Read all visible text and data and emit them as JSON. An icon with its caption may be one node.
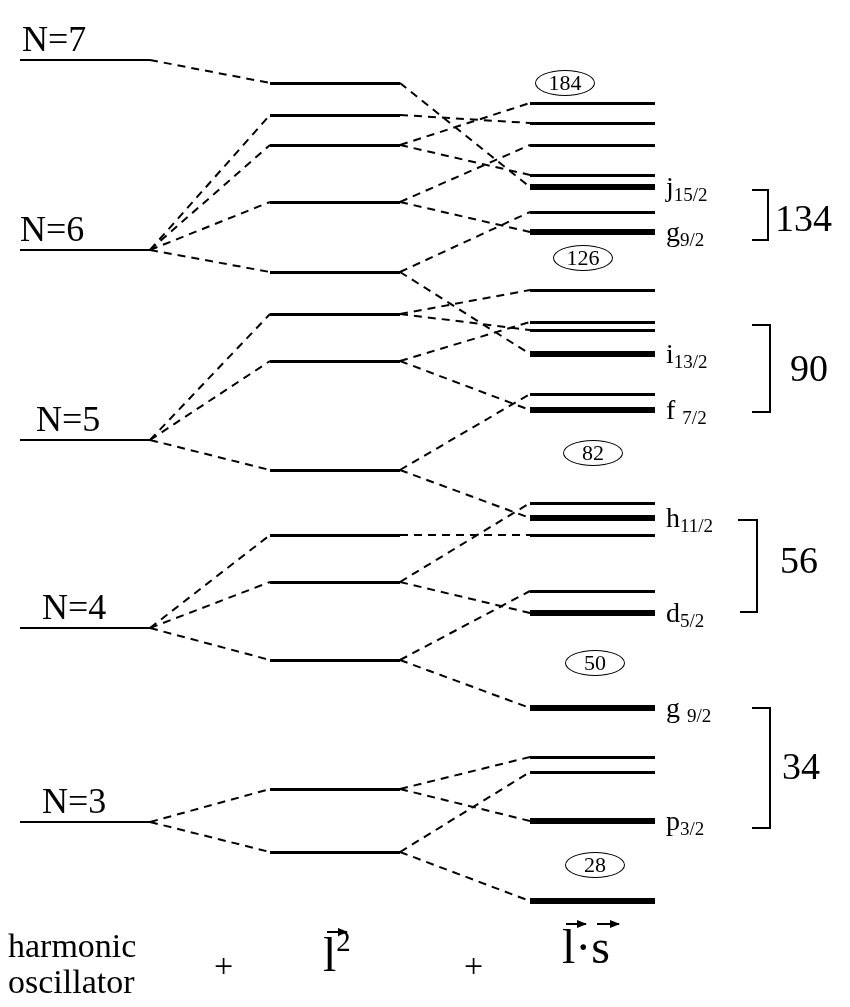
{
  "diagram": {
    "nodes": [
      {
        "text": [
          "N=7"
        ]
      },
      {
        "text": [
          "N=6"
        ]
      },
      {
        "text": [
          "N=5"
        ]
      },
      {
        "text": [
          "N=4"
        ]
      },
      {
        "text": [
          "N=3"
        ]
      },
      {
        "text": [],
        "shape": "bar"
      },
      {
        "text": [],
        "shape": "bar"
      },
      {
        "text": [],
        "shape": "bar"
      },
      {
        "text": [],
        "shape": "bar"
      },
      {
        "text": [],
        "shape": "bar"
      },
      {
        "text": [],
        "shape": "bar"
      },
      {
        "text": [],
        "shape": "bar"
      },
      {
        "text": [],
        "shape": "bar"
      },
      {
        "text": [],
        "shape": "bar"
      },
      {
        "text": [],
        "shape": "bar"
      },
      {
        "text": [],
        "shape": "bar"
      },
      {
        "text": [],
        "shape": "bar"
      },
      {
        "text": [],
        "shape": "bar"
      },
      {
        "text": [],
        "shape": "bar"
      },
      {
        "text": [],
        "shape": "bar"
      },
      {
        "text": [],
        "shape": "bar"
      },
      {
        "text": [],
        "shape": "bar"
      },
      {
        "text": [
          "j$_{15/2}$"
        ]
      },
      {
        "text": [],
        "shape": "bar"
      },
      {
        "text": [
          "g$_{9/2}$"
        ]
      },
      {
        "text": [],
        "shape": "bar"
      },
      {
        "text": [],
        "shape": "bar"
      },
      {
        "text": [],
        "shape": "bar"
      },
      {
        "text": [
          "i$_{13/2}$"
        ]
      },
      {
        "text": [],
        "shape": "bar"
      },
      {
        "text": [
          "f $_{7/2}$"
        ]
      },
      {
        "text": [],
        "shape": "bar"
      },
      {
        "text": [
          "h$_{11/2}$"
        ]
      },
      {
        "text": [],
        "shape": "bar"
      },
      {
        "text": [],
        "shape": "bar"
      },
      {
        "text": [
          "d$_{5/2}$"
        ]
      },
      {
        "text": [
          "g $_{9/2}$"
        ]
      },
      {
        "text": [],
        "shape": "bar"
      },
      {
        "text": [],
        "shape": "bar"
      },
      {
        "text": [
          "p$_{3/2}$"
        ]
      },
      {
        "text": [],
        "shape": "bar"
      },
      {
        "text": [
          "184"
        ]
      },
      {
        "text": [
          "126"
        ]
      },
      {
        "text": [
          "82"
        ]
      },
      {
        "text": [
          "50"
        ]
      },
      {
        "text": [
          "28"
        ]
      }
    ],
    "edges": [
      {
        "from": 0,
        "to": 5,
        "arrow": "none",
        "style": "dashed"
      },
      {
        "from": 1,
        "to": 6,
        "arrow": "none",
        "style": "dashed"
      },
      {
        "from": 1,
        "to": 7,
        "arrow": "none",
        "style": "dashed"
      },
      {
        "from": 1,
        "to": 8,
        "arrow": "none",
        "style": "dashed"
      },
      {
        "from": 1,
        "to": 9,
        "arrow": "none",
        "style": "dashed"
      },
      {
        "from": 2,
        "to": 10,
        "arrow": "none",
        "style": "dashed"
      },
      {
        "from": 2,
        "to": 11,
        "arrow": "none",
        "style": "dashed"
      },
      {
        "from": 2,
        "to": 12,
        "arrow": "none",
        "style": "dashed"
      },
      {
        "from": 3,
        "to": 13,
        "arrow": "none",
        "style": "dashed"
      },
      {
        "from": 3,
        "to": 14,
        "arrow": "none",
        "style": "dashed"
      },
      {
        "from": 3,
        "to": 15,
        "arrow": "none",
        "style": "dashed"
      },
      {
        "from": 4,
        "to": 16,
        "arrow": "none",
        "style": "dashed"
      },
      {
        "from": 4,
        "to": 17,
        "arrow": "none",
        "style": "dashed"
      },
      {
        "from": 5,
        "to": 22,
        "arrow": "none",
        "style": "dashed"
      },
      {
        "from": 6,
        "to": 19,
        "arrow": "none",
        "style": "dashed"
      },
      {
        "from": 7,
        "to": 18,
        "arrow": "none",
        "style": "dashed"
      },
      {
        "from": 7,
        "to": 21,
        "arrow": "none",
        "style": "dashed"
      },
      {
        "from": 8,
        "to": 20,
        "arrow": "none",
        "style": "dashed"
      },
      {
        "from": 8,
        "to": 24,
        "arrow": "none",
        "style": "dashed"
      },
      {
        "from": 9,
        "to": 23,
        "arrow": "none",
        "style": "dashed"
      },
      {
        "from": 9,
        "to": 28,
        "arrow": "none",
        "style": "dashed"
      },
      {
        "from": 10,
        "to": 25,
        "arrow": "none",
        "style": "dashed"
      },
      {
        "from": 10,
        "to": 27,
        "arrow": "none",
        "style": "dashed"
      },
      {
        "from": 11,
        "to": 26,
        "arrow": "none",
        "style": "dashed"
      },
      {
        "from": 11,
        "to": 30,
        "arrow": "none",
        "style": "dashed"
      },
      {
        "from": 12,
        "to": 29,
        "arrow": "none",
        "style": "dashed"
      },
      {
        "from": 12,
        "to": 32,
        "arrow": "none",
        "style": "dashed"
      },
      {
        "from": 13,
        "to": 33,
        "arrow": "none",
        "style": "dashed"
      },
      {
        "from": 14,
        "to": 31,
        "arrow": "none",
        "style": "dashed"
      },
      {
        "from": 14,
        "to": 35,
        "arrow": "none",
        "style": "dashed"
      },
      {
        "from": 15,
        "to": 34,
        "arrow": "none",
        "style": "dashed"
      },
      {
        "from": 15,
        "to": 36,
        "arrow": "none",
        "style": "dashed"
      },
      {
        "from": 16,
        "to": 37,
        "arrow": "none",
        "style": "dashed"
      },
      {
        "from": 16,
        "to": 39,
        "arrow": "none",
        "style": "dashed"
      },
      {
        "from": 17,
        "to": 38,
        "arrow": "none",
        "style": "dashed"
      },
      {
        "from": 17,
        "to": 40,
        "arrow": "none",
        "style": "dashed"
      }
    ],
    "labels": [
      "134",
      "90",
      "56",
      "34",
      "harmonic oscillator",
      "+",
      "l$^{2}$",
      "+",
      "l·s"
    ]
  }
}
